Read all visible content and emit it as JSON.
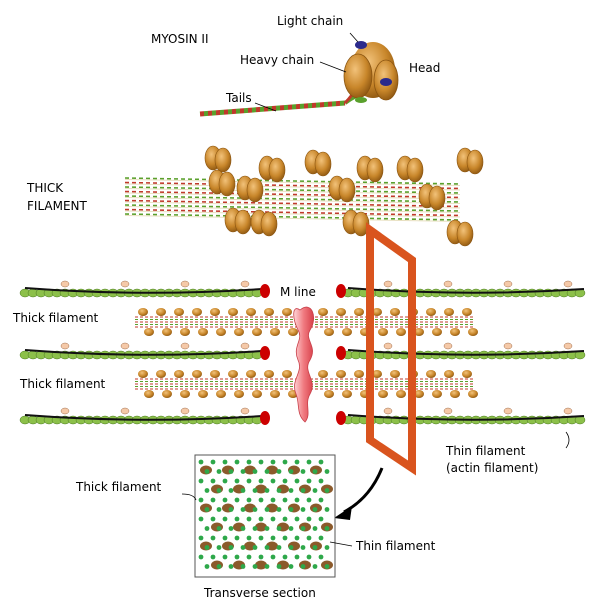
{
  "labels": {
    "myosin": "MYOSIN II",
    "light_chain": "Light chain",
    "heavy_chain": "Heavy chain",
    "head": "Head",
    "tails": "Tails",
    "thick_filament_caps_line1": "THICK",
    "thick_filament_caps_line2": "FILAMENT",
    "m_line": "M line",
    "thick_filament_1": "Thick filament",
    "thick_filament_2": "Thick filament",
    "thin_filament_line1": "Thin filament",
    "thin_filament_line2": "(actin filament)",
    "cs_thick_filament": "Thick filament",
    "cs_thin_filament": "Thin filament",
    "transverse_section": "Transverse section"
  },
  "colors": {
    "myosin_head": "#c8862a",
    "light_chain": "#2b2a8c",
    "tail_red": "#c0392b",
    "tail_green": "#5aa02c",
    "actin_green": "#8cc04a",
    "tropomyosin": "#111111",
    "z_disc_red": "#cc0000",
    "m_line_pink": "#f07a80",
    "plane_orange": "#d9541e",
    "cs_thick_brown": "#8b5a2b",
    "cs_thin_green": "#2ea84a"
  }
}
